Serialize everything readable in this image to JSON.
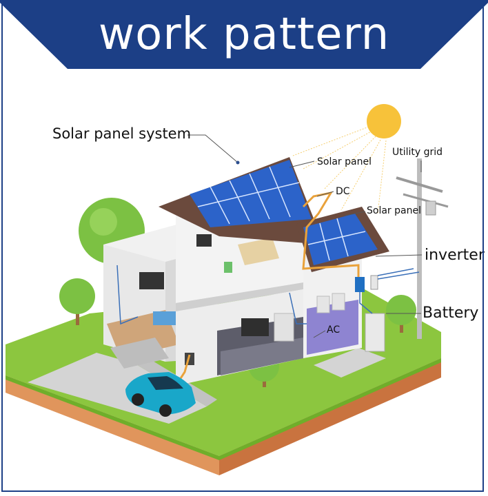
{
  "banner": {
    "title": "work pattern"
  },
  "labels": {
    "solar_panel_system": "Solar panel system",
    "solar_panel_1": "Solar panel",
    "dc": "DC",
    "solar_panel_2": "Solar panel",
    "utility_grid": "Utility grid",
    "inverter": "inverter",
    "battery": "Battery",
    "ac": "AC"
  },
  "colors": {
    "banner": "#1c3f86",
    "grass": "#8cc63f",
    "soil": "#d9824b",
    "roof": "#6b4a3d",
    "panel": "#2c63c9",
    "sun": "#f7c23a",
    "car": "#19a7c9",
    "wire": "#e9a23b"
  }
}
